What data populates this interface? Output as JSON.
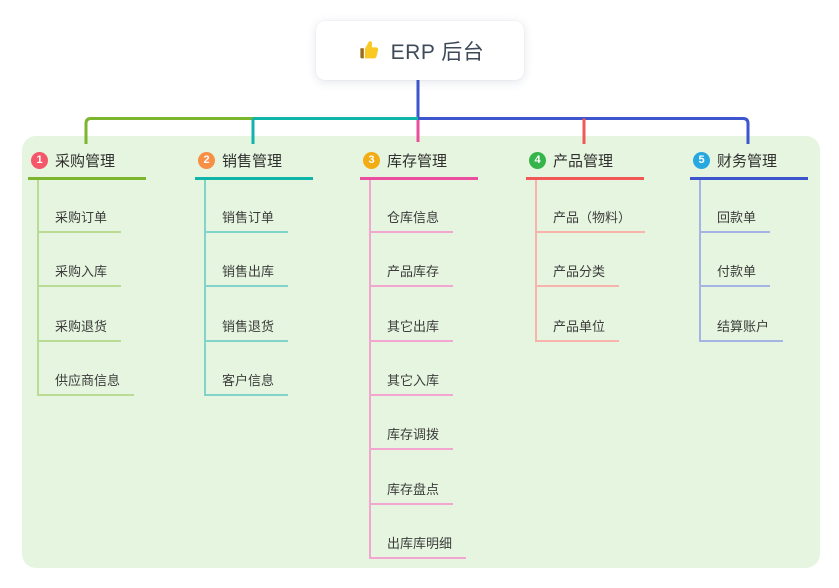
{
  "root": {
    "label": "ERP 后台",
    "icon": "thumbs-up-icon",
    "connector_color": "#3e56cd"
  },
  "panel_color": "#e6f5df",
  "branches": [
    {
      "badge": "1",
      "label": "采购管理",
      "badge_color": "#f4566a",
      "line_color": "#7cb52e",
      "light_color": "#b9db93",
      "items": [
        "采购订单",
        "采购入库",
        "采购退货",
        "供应商信息"
      ]
    },
    {
      "badge": "2",
      "label": "销售管理",
      "badge_color": "#f78f45",
      "line_color": "#10b5a9",
      "light_color": "#82d4ca",
      "items": [
        "销售订单",
        "销售出库",
        "销售退货",
        "客户信息"
      ]
    },
    {
      "badge": "3",
      "label": "库存管理",
      "badge_color": "#f3ad14",
      "line_color": "#ea4f9f",
      "light_color": "#f3a7d0",
      "items": [
        "仓库信息",
        "产品库存",
        "其它出库",
        "其它入库",
        "库存调拨",
        "库存盘点",
        "出库库明细"
      ]
    },
    {
      "badge": "4",
      "label": "产品管理",
      "badge_color": "#35b44a",
      "line_color": "#f25757",
      "light_color": "#f8b3ac",
      "items": [
        "产品（物料）",
        "产品分类",
        "产品单位"
      ]
    },
    {
      "badge": "5",
      "label": "财务管理",
      "badge_color": "#27a8e0",
      "line_color": "#3e56cd",
      "light_color": "#a6b4e4",
      "items": [
        "回款单",
        "付款单",
        "结算账户"
      ]
    }
  ]
}
